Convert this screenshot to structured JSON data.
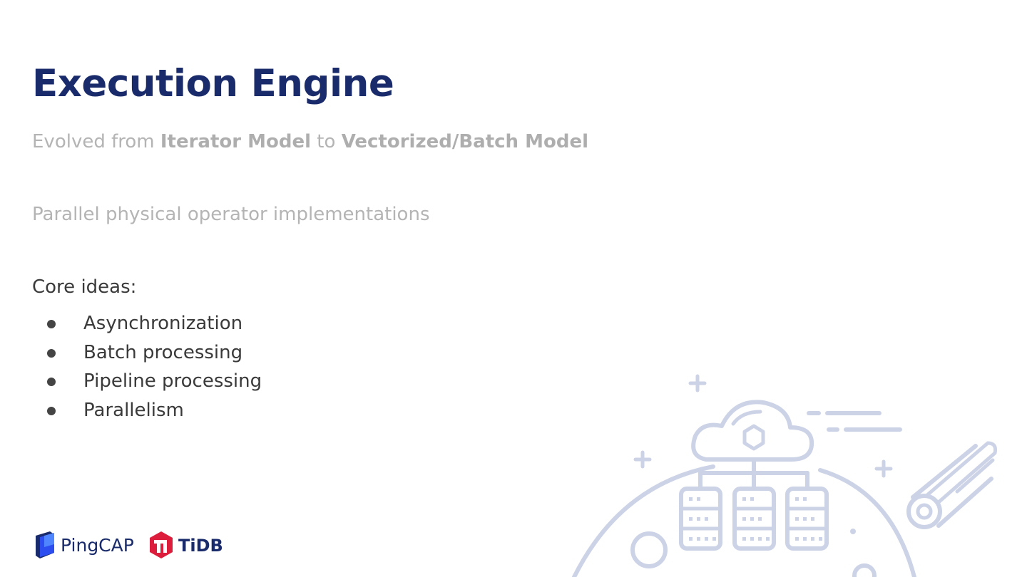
{
  "slide": {
    "title": "Execution Engine",
    "evolved": {
      "prefix": "Evolved from ",
      "from_model": "Iterator Model",
      "connector": " to ",
      "to_model": "Vectorized/Batch Model"
    },
    "parallel_line": "Parallel physical operator implementations",
    "core_heading": "Core ideas:",
    "core_ideas": [
      "Asynchronization",
      "Batch processing",
      "Pipeline processing",
      "Parallelism"
    ]
  },
  "logos": {
    "pingcap": "PingCAP",
    "tidb": "TiDB"
  },
  "colors": {
    "title": "#1a2b6b",
    "muted_text": "#b4b4b4",
    "body_text": "#3a3a3a",
    "illustration": "#ccd3e6",
    "tidb_red": "#dc1e3c",
    "pingcap_blue": "#2c4df0"
  },
  "icons": {
    "bullet": "bullet-dot-icon",
    "pingcap_mark": "pingcap-logo-icon",
    "tidb_mark": "tidb-logo-icon",
    "illustration": "cloud-database-planet-illustration"
  }
}
